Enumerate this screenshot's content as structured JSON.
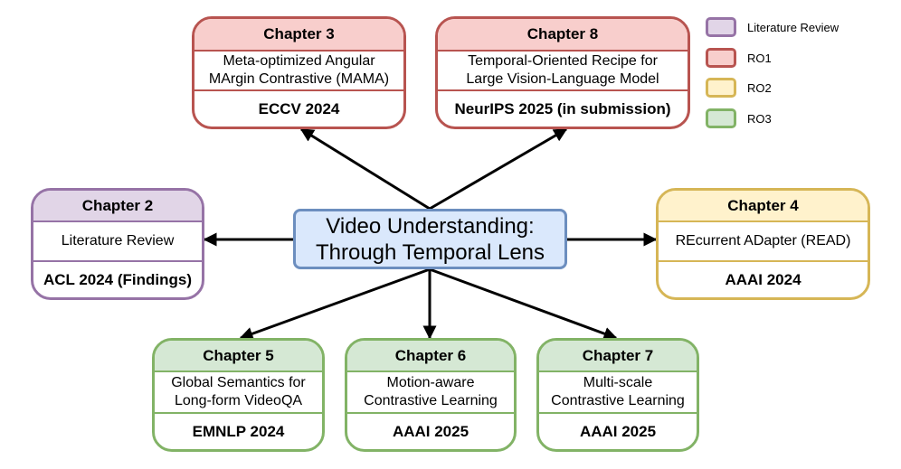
{
  "center": {
    "line1": "Video Understanding:",
    "line2": "Through Temporal Lens"
  },
  "legend": [
    {
      "label": "Literature Review",
      "fill": "#e1d5e7",
      "stroke": "#9673a6"
    },
    {
      "label": "RO1",
      "fill": "#f8cecc",
      "stroke": "#b85450"
    },
    {
      "label": "RO2",
      "fill": "#fff2cc",
      "stroke": "#d6b656"
    },
    {
      "label": "RO3",
      "fill": "#d5e8d4",
      "stroke": "#82b366"
    }
  ],
  "chapters": {
    "ch3": {
      "title": "Chapter 3",
      "desc1": "Meta-optimized Angular",
      "desc2": "MArgin Contrastive (MAMA)",
      "venue": "ECCV 2024",
      "group": "RO1"
    },
    "ch8": {
      "title": "Chapter 8",
      "desc1": "Temporal-Oriented Recipe for",
      "desc2": "Large Vision-Language Model",
      "venue": "NeurIPS 2025 (in submission)",
      "group": "RO1"
    },
    "ch2": {
      "title": "Chapter 2",
      "desc1": "Literature Review",
      "venue": "ACL 2024 (Findings)",
      "group": "Literature Review"
    },
    "ch4": {
      "title": "Chapter 4",
      "desc1": "REcurrent ADapter (READ)",
      "venue": "AAAI 2024",
      "group": "RO2"
    },
    "ch5": {
      "title": "Chapter 5",
      "desc1": "Global Semantics for",
      "desc2": "Long-form VideoQA",
      "venue": "EMNLP 2024",
      "group": "RO3"
    },
    "ch6": {
      "title": "Chapter 6",
      "desc1": "Motion-aware",
      "desc2": "Contrastive Learning",
      "venue": "AAAI 2025",
      "group": "RO3"
    },
    "ch7": {
      "title": "Chapter 7",
      "desc1": "Multi-scale",
      "desc2": "Contrastive Learning",
      "venue": "AAAI 2025",
      "group": "RO3"
    }
  },
  "colors": {
    "arrow": "#000000",
    "center_fill": "#dae8fc",
    "center_stroke": "#6c8ebf"
  }
}
